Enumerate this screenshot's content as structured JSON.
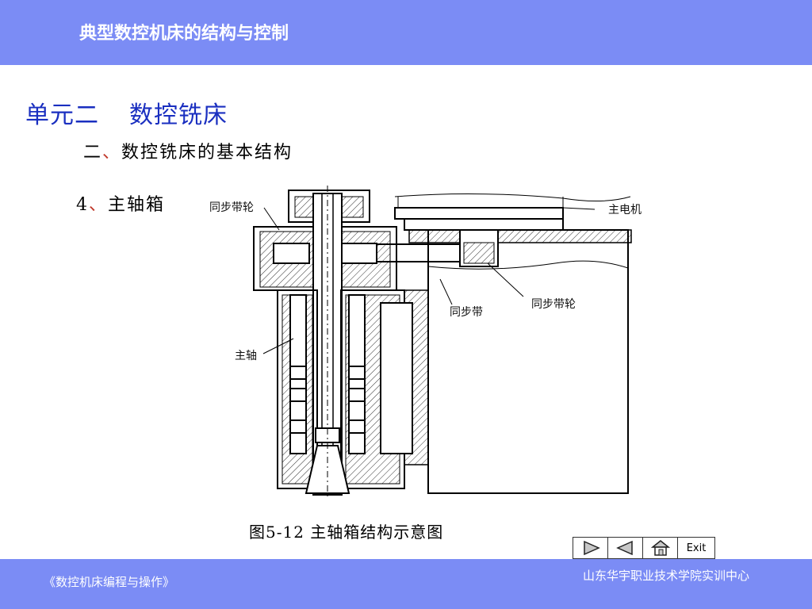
{
  "header": {
    "title": "典型数控机床的结构与控制"
  },
  "unit": {
    "label": "单元二",
    "name": "数控铣床"
  },
  "section": {
    "number": "二",
    "separator": "、",
    "title": "数控铣床的基本结构"
  },
  "item": {
    "number": "4",
    "separator": "、",
    "title": "主轴箱"
  },
  "diagram": {
    "labels": {
      "sync_pulley_top": "同步带轮",
      "main_motor": "主电机",
      "sync_belt": "同步带",
      "sync_pulley_right": "同步带轮",
      "spindle": "主轴"
    },
    "caption": "图5-12  主轴箱结构示意图"
  },
  "nav": {
    "exit_label": "Exit"
  },
  "footer": {
    "left": "《数控机床编程与操作》",
    "right": "山东华宇职业技术学院实训中心"
  },
  "colors": {
    "bar": "#7b8cf5",
    "unit_title": "#1a2fc0",
    "separator": "#c0392b"
  }
}
